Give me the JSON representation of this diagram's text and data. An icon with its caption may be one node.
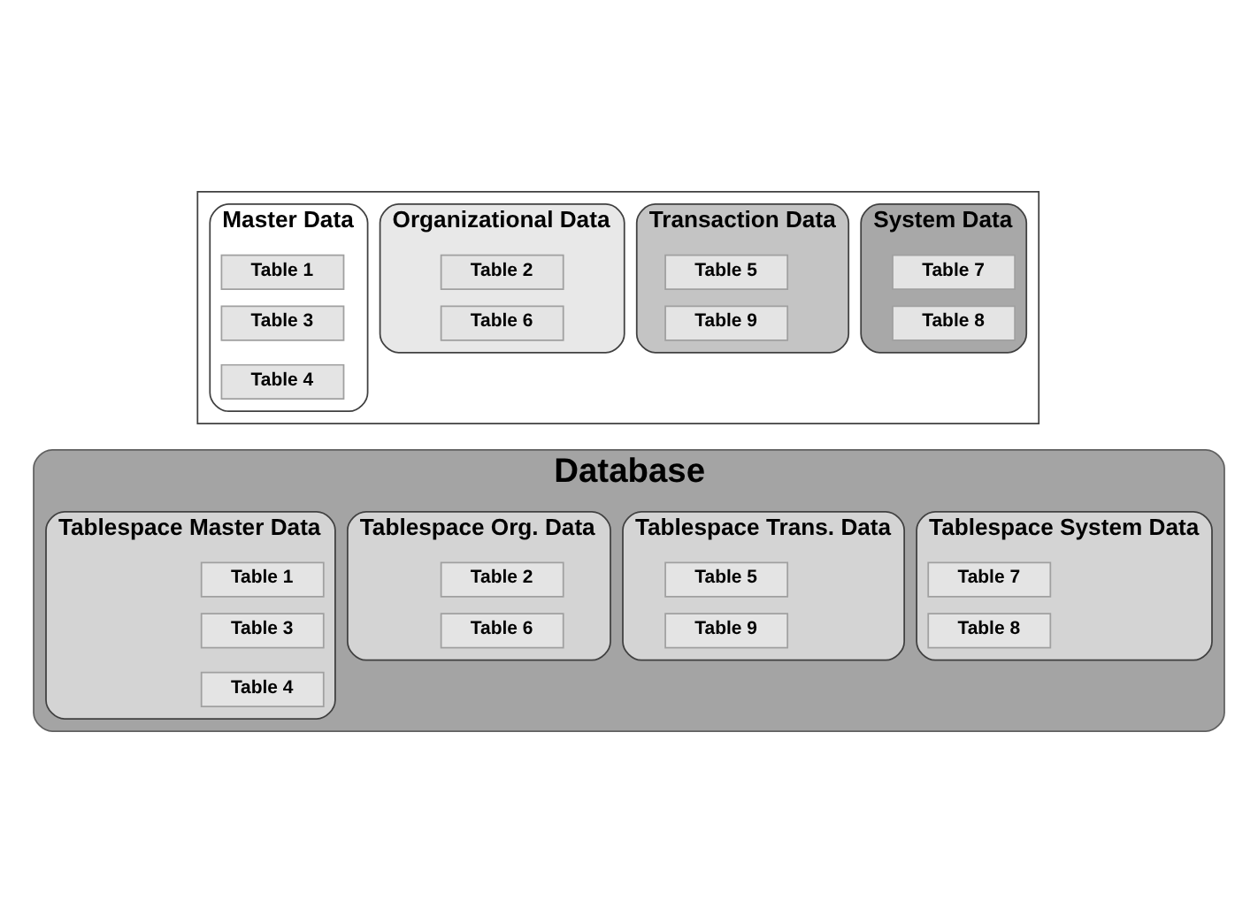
{
  "diagram": {
    "nodes": [
      {
        "text": [],
        "shape": "box"
      },
      {
        "text": [
          "Master Data"
        ],
        "in": 0
      },
      {
        "text": [
          "Table 1"
        ],
        "in": 1
      },
      {
        "text": [
          "Table 3"
        ],
        "in": 1
      },
      {
        "text": [
          "Table 4"
        ],
        "in": 1
      },
      {
        "text": [
          "Organizational Data"
        ],
        "in": 0
      },
      {
        "text": [
          "Table 2"
        ],
        "in": 5
      },
      {
        "text": [
          "Table 6"
        ],
        "in": 5
      },
      {
        "text": [
          "Transaction Data"
        ],
        "in": 0
      },
      {
        "text": [
          "Table 5"
        ],
        "in": 8
      },
      {
        "text": [
          "Table 9"
        ],
        "in": 8
      },
      {
        "text": [
          "System Data"
        ],
        "in": 0
      },
      {
        "text": [
          "Table 7"
        ],
        "in": 11
      },
      {
        "text": [
          "Table 8"
        ],
        "in": 11
      },
      {
        "text": [
          "Database"
        ]
      },
      {
        "text": [
          "Tablespace Master Data"
        ],
        "in": 14
      },
      {
        "text": [
          "Table 1"
        ],
        "in": 15
      },
      {
        "text": [
          "Table 3"
        ],
        "in": 15
      },
      {
        "text": [
          "Table 4"
        ],
        "in": 15
      },
      {
        "text": [
          "Tablespace Org. Data"
        ],
        "in": 14
      },
      {
        "text": [
          "Table 2"
        ],
        "in": 19
      },
      {
        "text": [
          "Table 6"
        ],
        "in": 19
      },
      {
        "text": [
          "Tablespace Trans. Data"
        ],
        "in": 14
      },
      {
        "text": [
          "Table 5"
        ],
        "in": 22
      },
      {
        "text": [
          "Table 9"
        ],
        "in": 22
      },
      {
        "text": [
          "Tablespace System Data"
        ],
        "in": 14
      },
      {
        "text": [
          "Table 7"
        ],
        "in": 25
      },
      {
        "text": [
          "Table 8"
        ],
        "in": 25
      }
    ]
  }
}
